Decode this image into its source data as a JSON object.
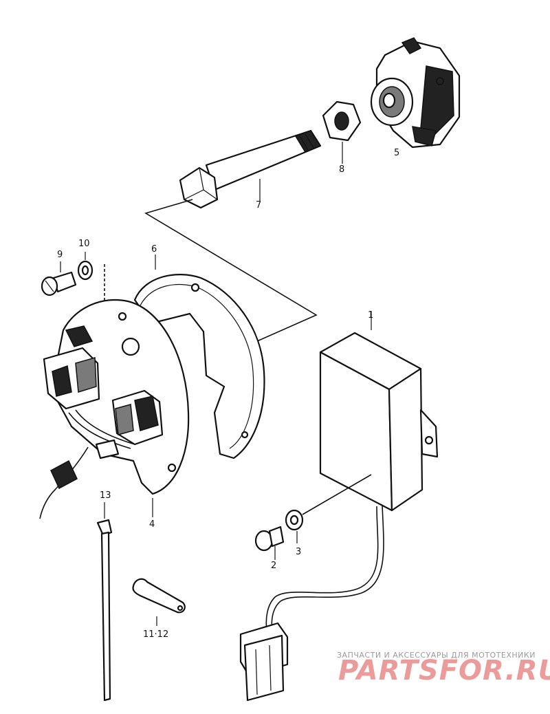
{
  "callouts": {
    "p1": "1",
    "p2": "2",
    "p3": "3",
    "p4": "4",
    "p5": "5",
    "p6": "6",
    "p7": "7",
    "p8": "8",
    "p9": "9",
    "p10": "10",
    "p11_12": "11·12",
    "p13": "13"
  },
  "watermark": {
    "tagline": "ЗАПЧАСТИ И АКСЕССУАРЫ ДЛЯ МОТОТЕХНИКИ",
    "brand": "PARTSFOR.RU"
  }
}
